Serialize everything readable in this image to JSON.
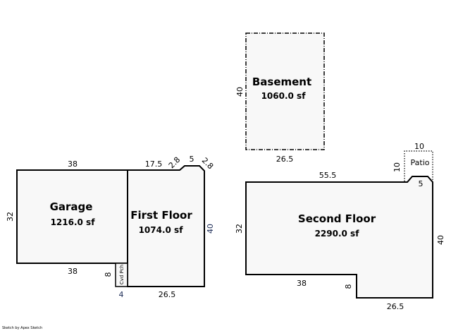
{
  "footer": "Sketch by Apex Sketch",
  "areas": {
    "basement": {
      "name": "Basement",
      "sf": "1060.0 sf",
      "dims": [
        "40",
        "26.5"
      ]
    },
    "garage": {
      "name": "Garage",
      "sf": "1216.0 sf",
      "dims": [
        "38",
        "32",
        "38"
      ]
    },
    "first_floor": {
      "name": "First Floor",
      "sf": "1074.0 sf",
      "dims": [
        "17.5",
        "2.8",
        "5",
        "2.8",
        "40",
        "26.5"
      ]
    },
    "covered_porch": {
      "name": "Cvd Pch",
      "dims": [
        "8",
        "4"
      ]
    },
    "second_floor": {
      "name": "Second Floor",
      "sf": "2290.0 sf",
      "dims": [
        "55.5",
        "5",
        "32",
        "40",
        "38",
        "8",
        "26.5"
      ]
    },
    "patio": {
      "name": "Patio",
      "dims": [
        "10",
        "10"
      ]
    }
  }
}
